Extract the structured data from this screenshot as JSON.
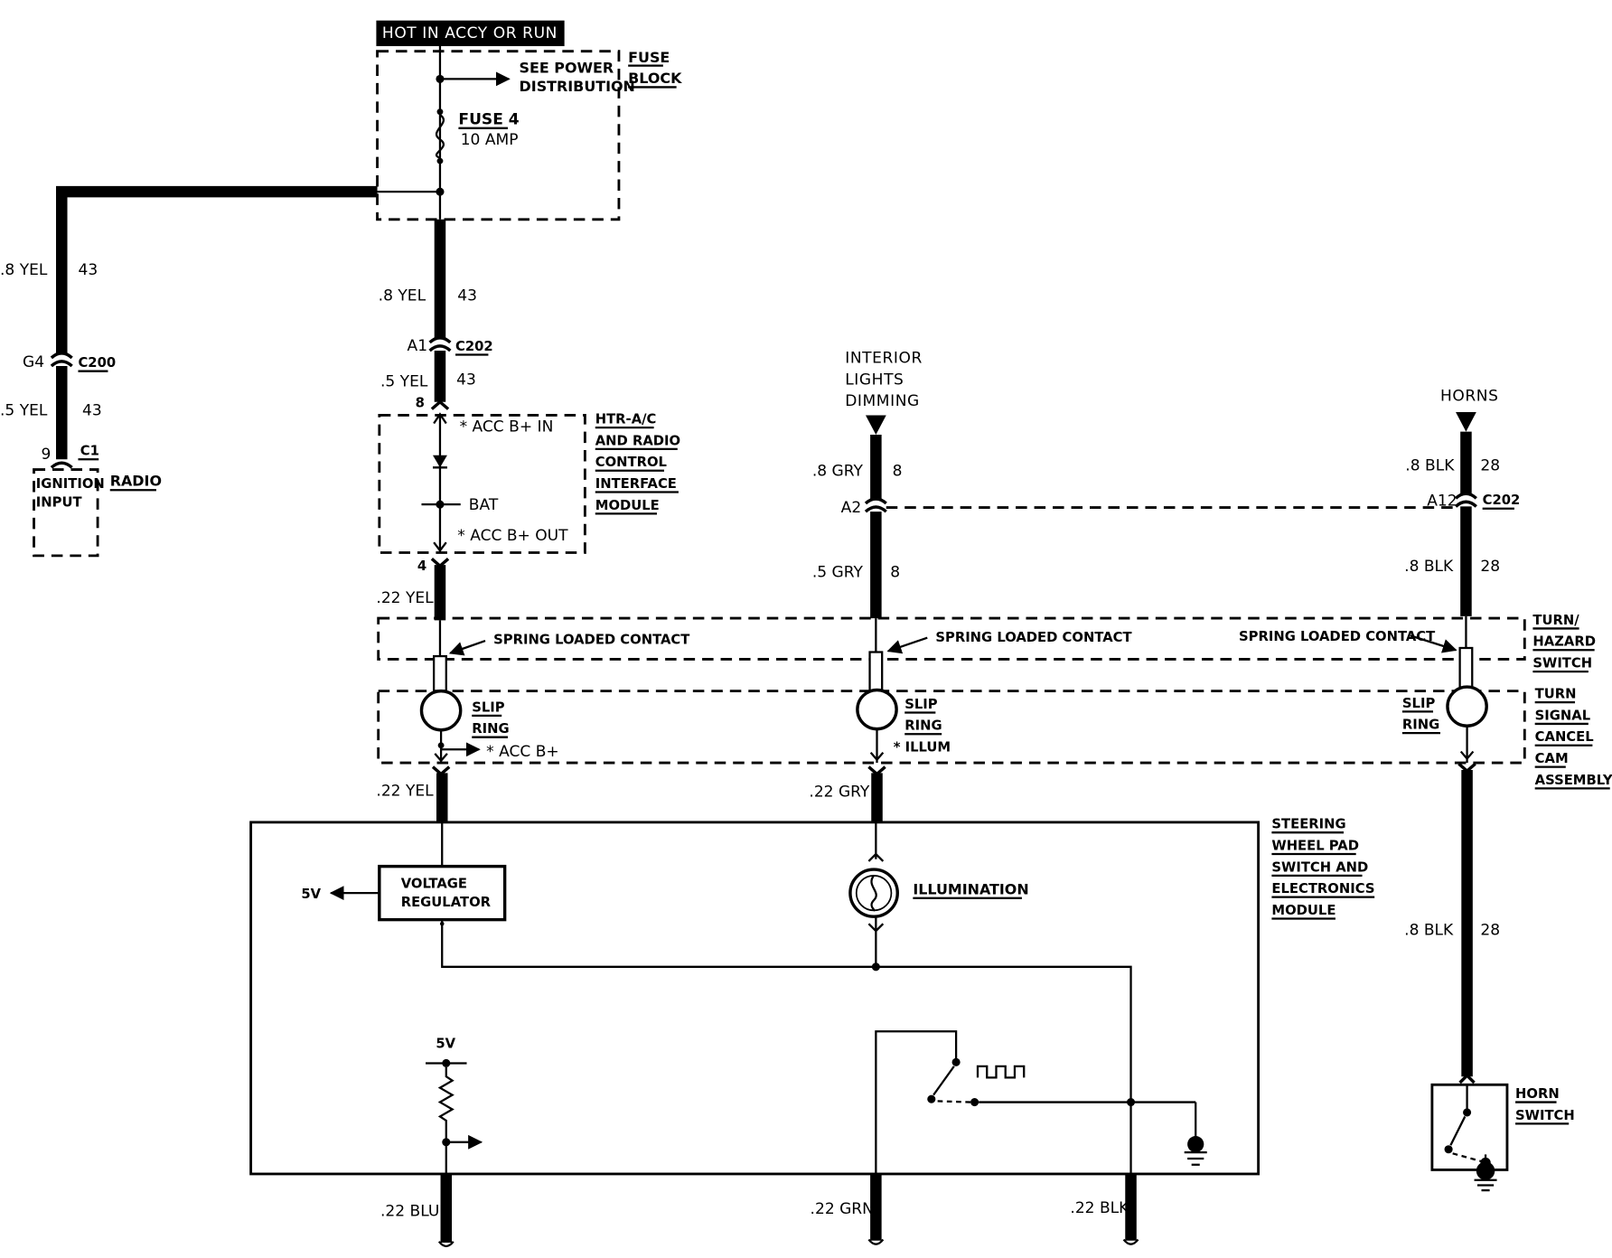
{
  "power_source": "HOT IN ACCY OR RUN",
  "fuse_block": {
    "label_line1": "FUSE",
    "label_line2": "BLOCK",
    "see_power_line1": "SEE POWER",
    "see_power_line2": "DISTRIBUTION",
    "fuse_name": "FUSE 4",
    "fuse_rating": "10 AMP"
  },
  "radio_branch": {
    "wire_top": ".8 YEL",
    "wire_top_circuit": "43",
    "conn_pin": "G4",
    "conn_id": "C200",
    "wire_bottom": ".5 YEL",
    "wire_bottom_circuit": "43",
    "pin": "9",
    "pin_conn": "C1",
    "terminal_line1": "IGNITION",
    "terminal_line2": "INPUT",
    "device": "RADIO"
  },
  "acc_feed": {
    "wire_top": ".8 YEL",
    "wire_top_circuit": "43",
    "conn_pin": "A1",
    "conn_id": "C202",
    "wire_mid": ".5 YEL",
    "wire_mid_circuit": "43",
    "pin_in": "8",
    "pin_out": "4",
    "wire_low": ".22 YEL",
    "wire_after_ring": ".22 YEL"
  },
  "htr_module": {
    "line1": "HTR-A/C",
    "line2": "AND RADIO",
    "line3": "CONTROL",
    "line4": "INTERFACE",
    "line5": "MODULE",
    "acc_in": "* ACC B+ IN",
    "bat": "BAT",
    "acc_out": "* ACC B+ OUT"
  },
  "dimming_feed": {
    "source_line1": "INTERIOR",
    "source_line2": "LIGHTS",
    "source_line3": "DIMMING",
    "wire_top": ".8 GRY",
    "wire_top_circuit": "8",
    "conn_pin": "A2",
    "wire_mid": ".5 GRY",
    "wire_mid_circuit": "8",
    "wire_after_ring": ".22 GRY"
  },
  "horn_feed": {
    "source": "HORNS",
    "wire_top": ".8 BLK",
    "wire_top_circuit": "28",
    "conn_pin": "A12",
    "conn_id": "C202",
    "wire_mid": ".8 BLK",
    "wire_mid_circuit": "28",
    "wire_low": ".8 BLK",
    "wire_low_circuit": "28",
    "switch_line1": "HORN",
    "switch_line2": "SWITCH"
  },
  "turn_hazard_switch": {
    "contact_label": "SPRING LOADED CONTACT",
    "line1": "TURN/",
    "line2": "HAZARD",
    "line3": "SWITCH"
  },
  "cancel_cam": {
    "slip_ring_line1": "SLIP",
    "slip_ring_line2": "RING",
    "acc_b": "* ACC B+",
    "illum": "* ILLUM",
    "line1": "TURN",
    "line2": "SIGNAL",
    "line3": "CANCEL",
    "line4": "CAM",
    "line5": "ASSEMBLY"
  },
  "steering_module": {
    "line1": "STEERING",
    "line2": "WHEEL PAD",
    "line3": "SWITCH AND",
    "line4": "ELECTRONICS",
    "line5": "MODULE",
    "regulator_line1": "VOLTAGE",
    "regulator_line2": "REGULATOR",
    "regulator_out": "5V",
    "pot_supply": "5V",
    "illumination": "ILLUMINATION"
  },
  "outputs": {
    "blu": ".22 BLU",
    "grn": ".22 GRN",
    "blk": ".22 BLK"
  }
}
